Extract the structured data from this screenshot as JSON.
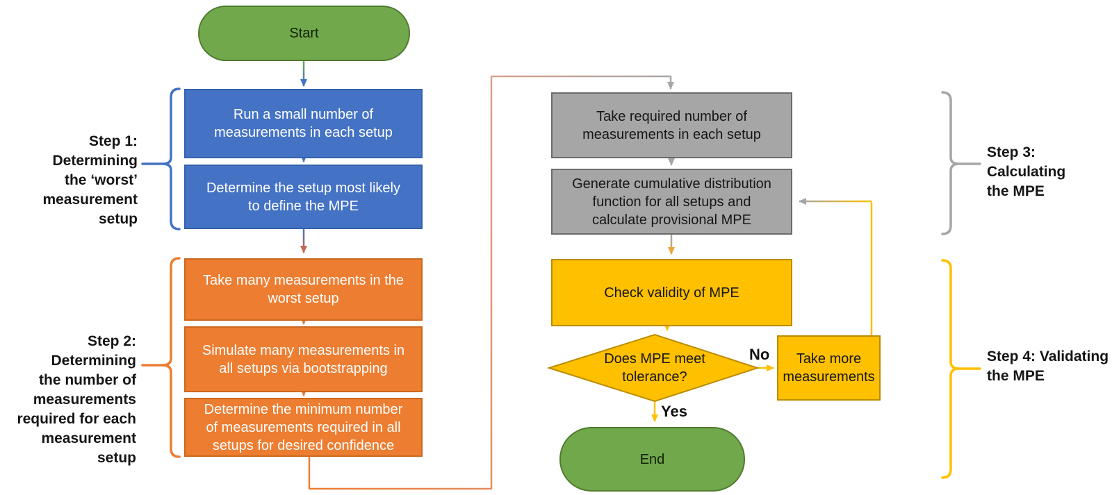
{
  "palette": {
    "green": "#71A84C",
    "blue": "#4472C4",
    "orange": "#ED7D31",
    "gray": "#A6A6A6",
    "yellow": "#FFC000",
    "connector_salmon": "#D9A18C"
  },
  "nodes": {
    "start": {
      "label": "Start"
    },
    "run_small": {
      "lines": [
        "Run a small number of",
        "measurements in each setup"
      ]
    },
    "determine_setup": {
      "lines": [
        "Determine the setup most likely",
        "to define the MPE"
      ]
    },
    "take_many": {
      "lines": [
        "Take many measurements in the",
        "worst setup"
      ]
    },
    "simulate": {
      "lines": [
        "Simulate many measurements in",
        "all setups via bootstrapping"
      ]
    },
    "determine_min": {
      "lines": [
        "Determine the minimum number",
        "of measurements required in all",
        "setups for desired confidence"
      ]
    },
    "take_required": {
      "lines": [
        "Take required number of",
        "measurements in each setup"
      ]
    },
    "generate_cdf": {
      "lines": [
        "Generate cumulative distribution",
        "function for all setups and",
        "calculate provisional MPE"
      ]
    },
    "check_validity": {
      "label": "Check validity of MPE"
    },
    "decision": {
      "lines": [
        "Does MPE meet",
        "tolerance?"
      ]
    },
    "take_more": {
      "lines": [
        "Take more",
        "measurements"
      ]
    },
    "end": {
      "label": "End"
    }
  },
  "side_labels": {
    "step1": {
      "lines": [
        "Step 1: Determining",
        "the ‘worst’",
        "measurement setup"
      ]
    },
    "step2": {
      "lines": [
        "Step 2: Determining",
        "the number of",
        "measurements",
        "required for each",
        "measurement setup"
      ]
    },
    "step3": {
      "lines": [
        "Step 3: Calculating",
        "the MPE"
      ]
    },
    "step4": {
      "lines": [
        "Step 4: Validating",
        "the MPE"
      ]
    }
  },
  "branch_labels": {
    "no": "No",
    "yes": "Yes"
  }
}
